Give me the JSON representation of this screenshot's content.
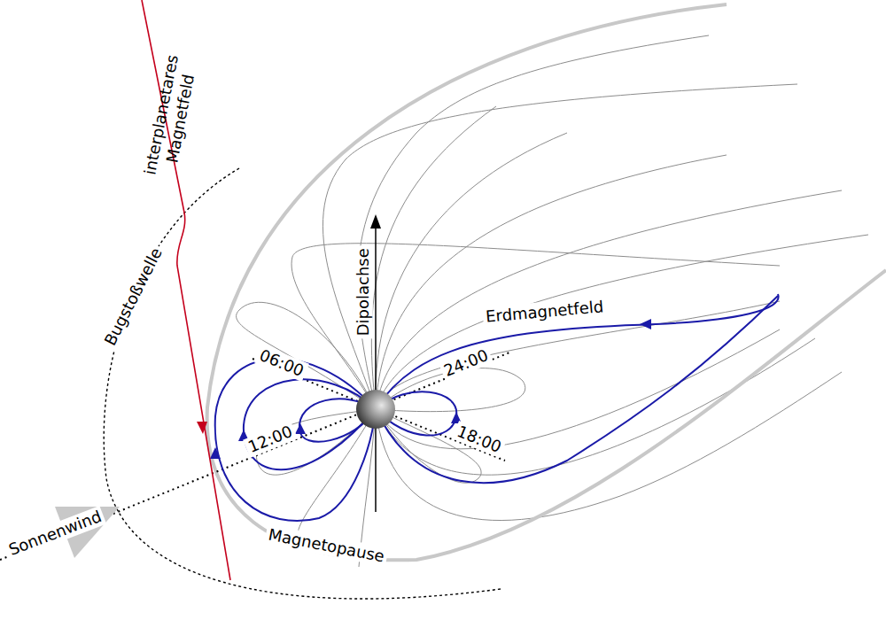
{
  "diagram": {
    "labels": [
      "interplanetares Magnetfeld",
      "Bugstoßwelle",
      "Dipolachse",
      "Erdmagnetfeld",
      "06:00",
      "24:00",
      "12:00",
      "18:00",
      "Sonnenwind",
      "Magnetopause"
    ]
  }
}
